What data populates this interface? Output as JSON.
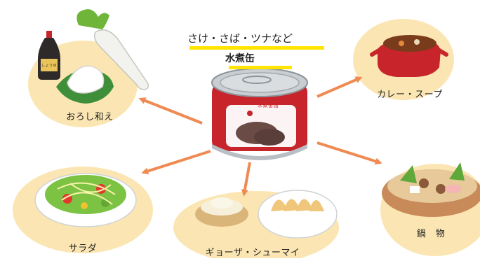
{
  "title": {
    "line1": "さけ・さば・ツナなど",
    "line2": "水煮缶"
  },
  "center": {
    "can_label": "水煮缶詰"
  },
  "dishes": [
    {
      "label": "おろし和え",
      "soy_label": "しょうゆ"
    },
    {
      "label": "カレー・スープ"
    },
    {
      "label": "サラダ"
    },
    {
      "label": "ギョーザ・シューマイ"
    },
    {
      "label": "鍋　物"
    }
  ],
  "colors": {
    "arrow": "#ef8a52",
    "plate": "#fbe6b3",
    "highlight": "#ffe500",
    "can_red": "#c8242b",
    "can_silver": "#b9bfc4"
  }
}
